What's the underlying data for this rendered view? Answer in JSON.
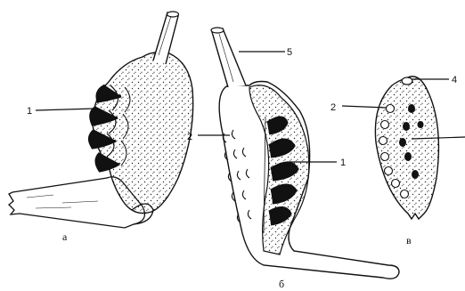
{
  "panels": {
    "a": "а",
    "b": "б",
    "v": "в"
  },
  "labels": {
    "a_1": "1",
    "b_5": "5",
    "b_2": "2",
    "b_1": "1",
    "v_4": "4",
    "v_2": "2"
  }
}
